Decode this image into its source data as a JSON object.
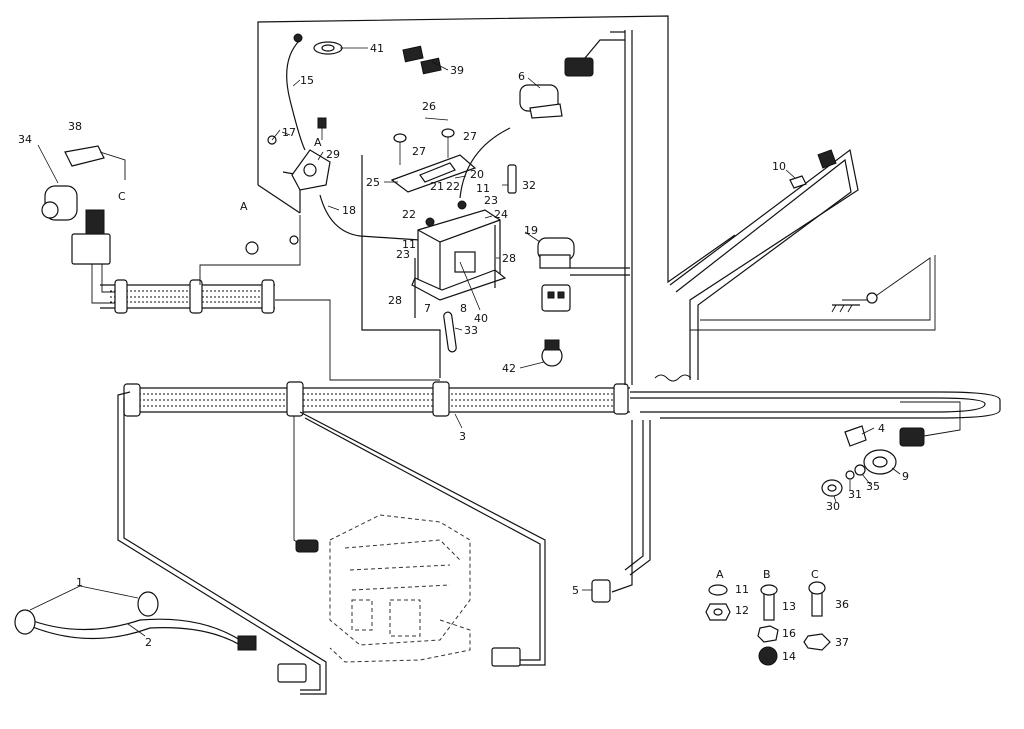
{
  "callouts": [
    {
      "id": "c41",
      "text": "41"
    },
    {
      "id": "c39",
      "text": "39"
    },
    {
      "id": "c15",
      "text": "15"
    },
    {
      "id": "c6",
      "text": "6"
    },
    {
      "id": "c26",
      "text": "26"
    },
    {
      "id": "c27a",
      "text": "27"
    },
    {
      "id": "c27b",
      "text": "27"
    },
    {
      "id": "c17",
      "text": "17"
    },
    {
      "id": "cA1",
      "text": "A"
    },
    {
      "id": "c29",
      "text": "29"
    },
    {
      "id": "c25",
      "text": "25"
    },
    {
      "id": "c21",
      "text": "21"
    },
    {
      "id": "c22a",
      "text": "22"
    },
    {
      "id": "c20",
      "text": "20"
    },
    {
      "id": "c11a",
      "text": "11"
    },
    {
      "id": "c23a",
      "text": "23"
    },
    {
      "id": "c32",
      "text": "32"
    },
    {
      "id": "c38",
      "text": "38"
    },
    {
      "id": "c34",
      "text": "34"
    },
    {
      "id": "cC1",
      "text": "C"
    },
    {
      "id": "cA2",
      "text": "A"
    },
    {
      "id": "c18",
      "text": "18"
    },
    {
      "id": "c22b",
      "text": "22"
    },
    {
      "id": "c24",
      "text": "24"
    },
    {
      "id": "c11b",
      "text": "11"
    },
    {
      "id": "c23b",
      "text": "23"
    },
    {
      "id": "c19",
      "text": "19"
    },
    {
      "id": "c28a",
      "text": "28"
    },
    {
      "id": "c28b",
      "text": "28"
    },
    {
      "id": "c7",
      "text": "7"
    },
    {
      "id": "c8",
      "text": "8"
    },
    {
      "id": "c40",
      "text": "40"
    },
    {
      "id": "c33",
      "text": "33"
    },
    {
      "id": "c42",
      "text": "42"
    },
    {
      "id": "c10",
      "text": "10"
    },
    {
      "id": "c3",
      "text": "3"
    },
    {
      "id": "c4",
      "text": "4"
    },
    {
      "id": "c9",
      "text": "9"
    },
    {
      "id": "c35",
      "text": "35"
    },
    {
      "id": "c31",
      "text": "31"
    },
    {
      "id": "c30",
      "text": "30"
    },
    {
      "id": "c1",
      "text": "1"
    },
    {
      "id": "c2",
      "text": "2"
    },
    {
      "id": "c5",
      "text": "5"
    }
  ],
  "hardware_key": {
    "A": {
      "letter": "A",
      "parts": [
        "11",
        "12"
      ]
    },
    "B": {
      "letter": "B",
      "parts": [
        "13",
        "16",
        "14"
      ]
    },
    "C": {
      "letter": "C",
      "parts": [
        "36",
        "37"
      ]
    }
  }
}
